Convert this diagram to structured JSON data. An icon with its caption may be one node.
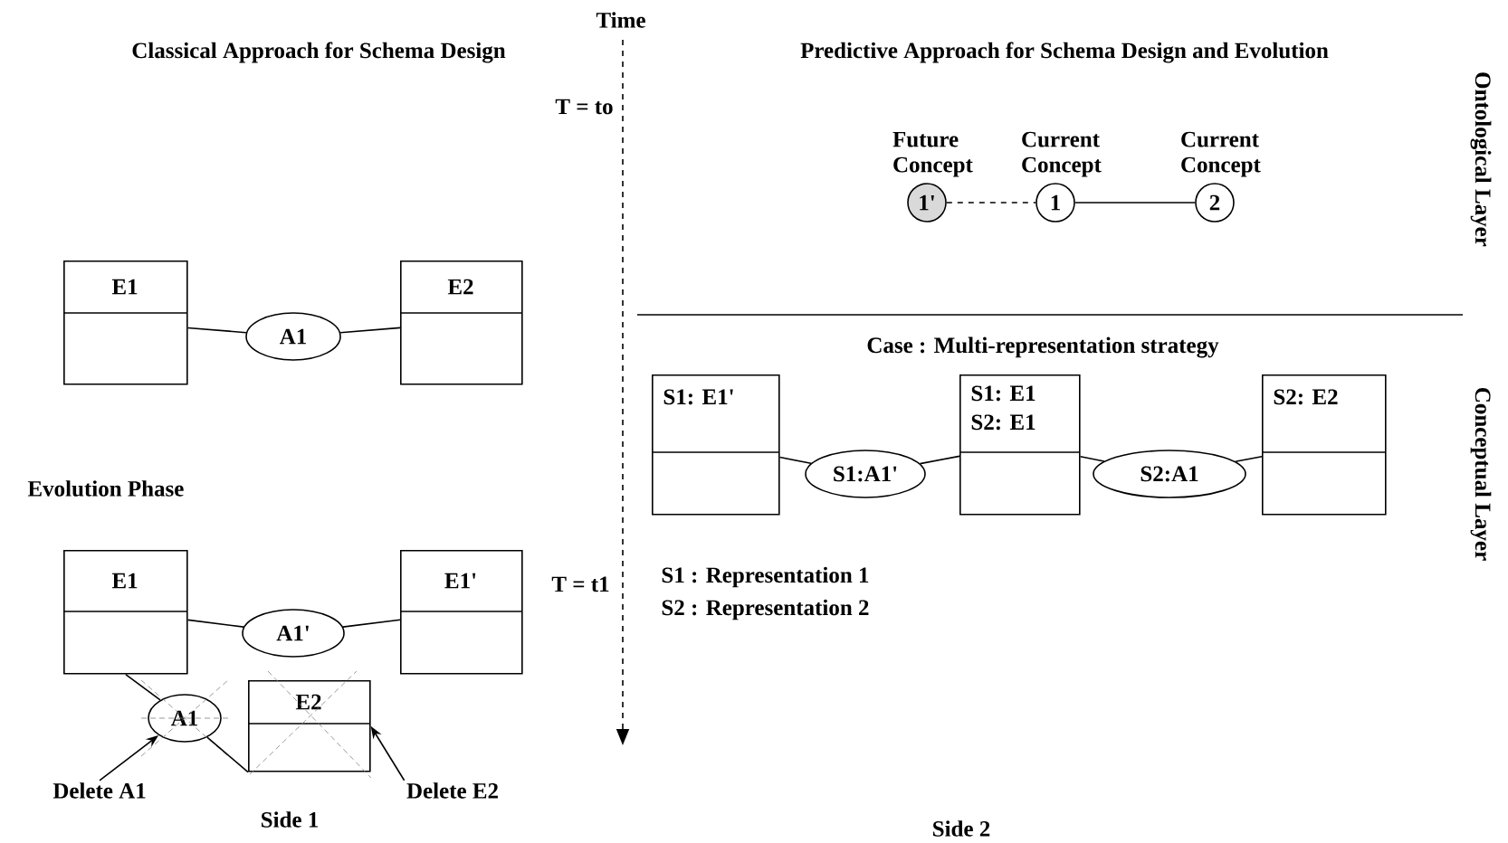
{
  "diagram": {
    "nodes": [
      {
        "text": [
          "E1"
        ]
      },
      {
        "text": [
          "A1"
        ]
      },
      {
        "text": [
          "E2"
        ]
      },
      {
        "text": [
          "E1"
        ]
      },
      {
        "text": [
          "A1'"
        ]
      },
      {
        "text": [
          "E1'"
        ]
      },
      {
        "text": [
          "A1"
        ]
      },
      {
        "text": [
          "E2"
        ]
      },
      {
        "text": [
          "Delete A1"
        ]
      },
      {
        "text": [
          "Delete E2"
        ]
      },
      {
        "text": [
          "1'"
        ],
        "beside": [
          "Future Concept"
        ]
      },
      {
        "text": [
          "1"
        ],
        "beside": [
          "Current Concept"
        ]
      },
      {
        "text": [
          "2"
        ],
        "beside": [
          "Current Concept"
        ]
      },
      {
        "text": [
          "S1: E1'"
        ]
      },
      {
        "text": [
          "S1:A1'"
        ]
      },
      {
        "text": [
          "S1: E1",
          "S2: E1"
        ]
      },
      {
        "text": [
          "S2:A1"
        ]
      },
      {
        "text": [
          "S2: E2"
        ]
      }
    ],
    "edges": [
      {
        "from": 0,
        "to": 1,
        "arrow": "none"
      },
      {
        "from": 1,
        "to": 2,
        "arrow": "none"
      },
      {
        "from": 3,
        "to": 4,
        "arrow": "none"
      },
      {
        "from": 4,
        "to": 5,
        "arrow": "none"
      },
      {
        "from": 3,
        "to": 6,
        "arrow": "none"
      },
      {
        "from": 6,
        "to": 7,
        "arrow": "none"
      },
      {
        "from": 8,
        "to": 6,
        "arrow": "to"
      },
      {
        "from": 9,
        "to": 7,
        "arrow": "to"
      },
      {
        "from": 10,
        "to": 11,
        "arrow": "none",
        "style": "dashed"
      },
      {
        "from": 11,
        "to": 12,
        "arrow": "none"
      },
      {
        "from": 13,
        "to": 14,
        "arrow": "none"
      },
      {
        "from": 14,
        "to": 15,
        "arrow": "none"
      },
      {
        "from": 15,
        "to": 16,
        "arrow": "none"
      },
      {
        "from": 16,
        "to": 17,
        "arrow": "none"
      }
    ],
    "labels": [
      "Time",
      "Classical  Approach for Schema Design",
      "Predictive Approach for Schema Design and Evolution",
      "Ontological Layer",
      "T = to",
      "Case : Multi-representation strategy",
      "Conceptual Layer",
      "Evolution Phase",
      "T = t1",
      "S1 : Representation 1",
      "S2 : Representation 2",
      "Side 1",
      "Side 2"
    ]
  }
}
